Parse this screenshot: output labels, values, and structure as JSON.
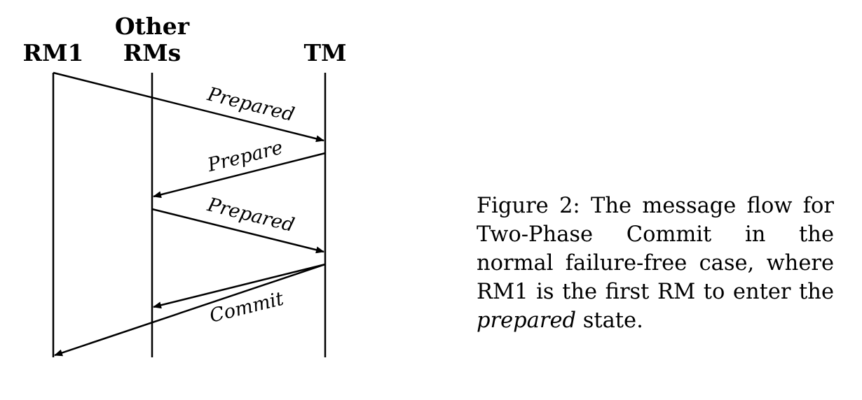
{
  "lanes": {
    "rm1": "RM1",
    "other_line1": "Other",
    "other_line2": "RMs",
    "tm": "TM"
  },
  "messages": [
    {
      "label": "Prepared",
      "from": "RM1",
      "to": "TM"
    },
    {
      "label": "Prepare",
      "from": "TM",
      "to": "Other RMs"
    },
    {
      "label": "Prepared",
      "from": "Other RMs",
      "to": "TM"
    },
    {
      "label": "Commit",
      "from": "TM",
      "to": "Other RMs"
    },
    {
      "label": "",
      "from": "TM",
      "to": "RM1"
    }
  ],
  "caption": {
    "prefix": "Figure 2:  The message flow for Two-Phase Commit in the normal failure-free case, where RM1 is the first RM to enter the ",
    "emphasis": "prepared",
    "suffix": " state."
  }
}
